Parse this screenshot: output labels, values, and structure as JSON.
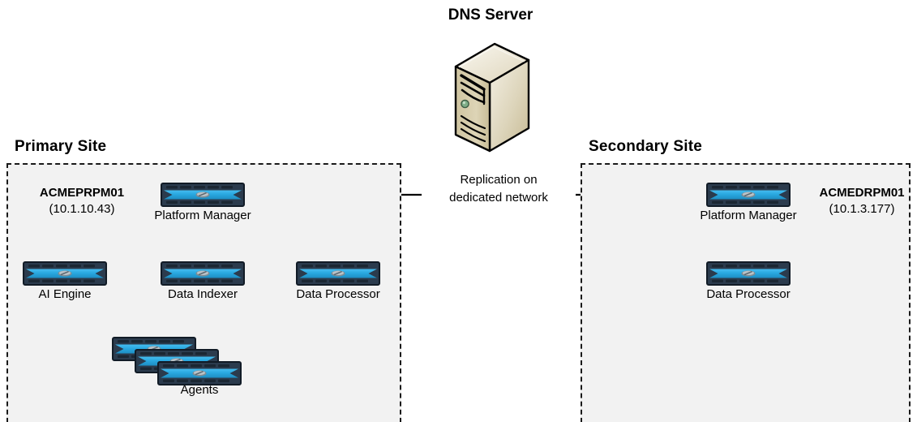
{
  "diagram": {
    "dns": {
      "title": "DNS Server",
      "icon": "server-tower-icon"
    },
    "replication": {
      "label_line1": "Replication on",
      "label_line2": "dedicated network",
      "arrow_icon": "arrow-right-icon"
    },
    "sites": [
      {
        "id": "primary",
        "title": "Primary Site",
        "host_name": "ACMEPRPM01",
        "host_ip": "(10.1.10.43)",
        "nodes": [
          {
            "label": "Platform Manager",
            "icon": "network-appliance-icon"
          },
          {
            "label": "AI Engine",
            "icon": "network-appliance-icon"
          },
          {
            "label": "Data Indexer",
            "icon": "network-appliance-icon"
          },
          {
            "label": "Data Processor",
            "icon": "network-appliance-icon"
          }
        ],
        "stack": {
          "label": "Agents",
          "icon": "network-appliance-icon",
          "count": 3
        }
      },
      {
        "id": "secondary",
        "title": "Secondary Site",
        "host_name": "ACMEDRPM01",
        "host_ip": "(10.1.3.177)",
        "nodes": [
          {
            "label": "Platform Manager",
            "icon": "network-appliance-icon"
          },
          {
            "label": "Data Processor",
            "icon": "network-appliance-icon"
          }
        ]
      }
    ],
    "colors": {
      "site_background": "#f2f2f2",
      "site_border": "#1a1a1a",
      "appliance_body": "#29a8e0",
      "appliance_frame": "#2b3b4d",
      "server_body": "#d9d0ae",
      "server_top": "#f0ece0",
      "server_led": "#7aa87a",
      "link_line": "#000000"
    }
  }
}
